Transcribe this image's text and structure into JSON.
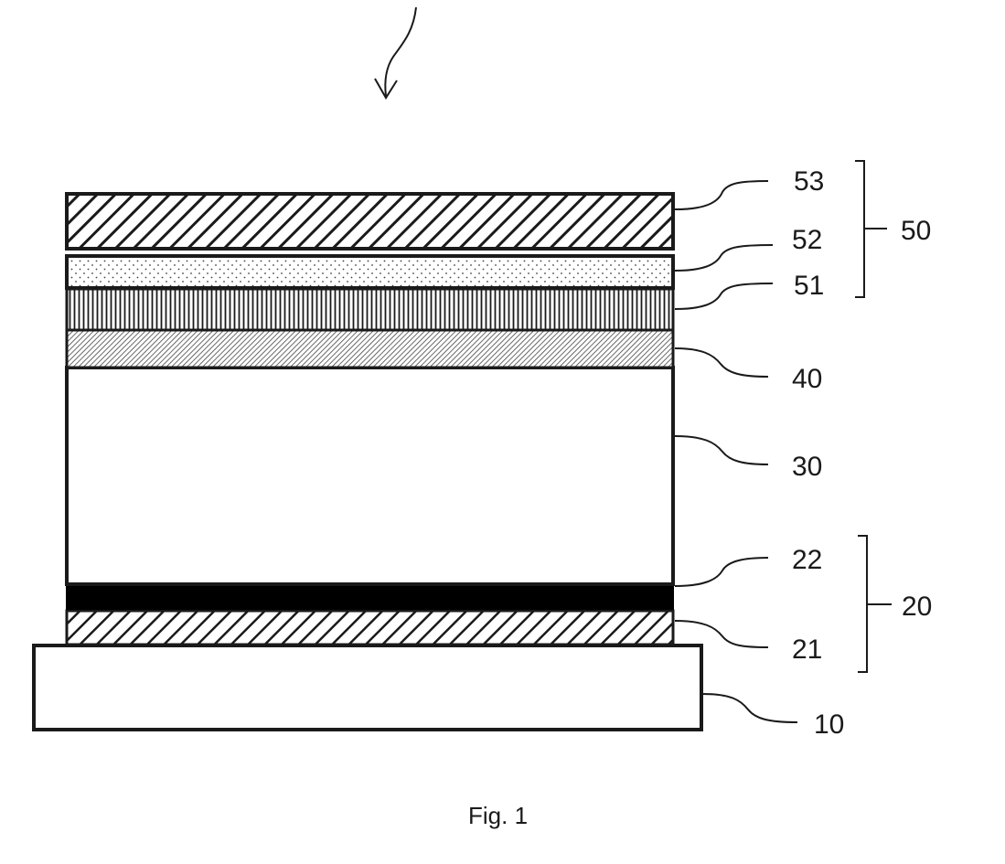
{
  "figure": {
    "caption": "Fig. 1"
  },
  "layers": {
    "l53": "53",
    "l52": "52",
    "l51": "51",
    "l40": "40",
    "l30": "30",
    "l22": "22",
    "l21": "21",
    "l10": "10"
  },
  "groups": {
    "g50": "50",
    "g20": "20"
  },
  "colors": {
    "line": "#1a1a1a",
    "background": "#ffffff",
    "solid_layer": "#000000"
  }
}
